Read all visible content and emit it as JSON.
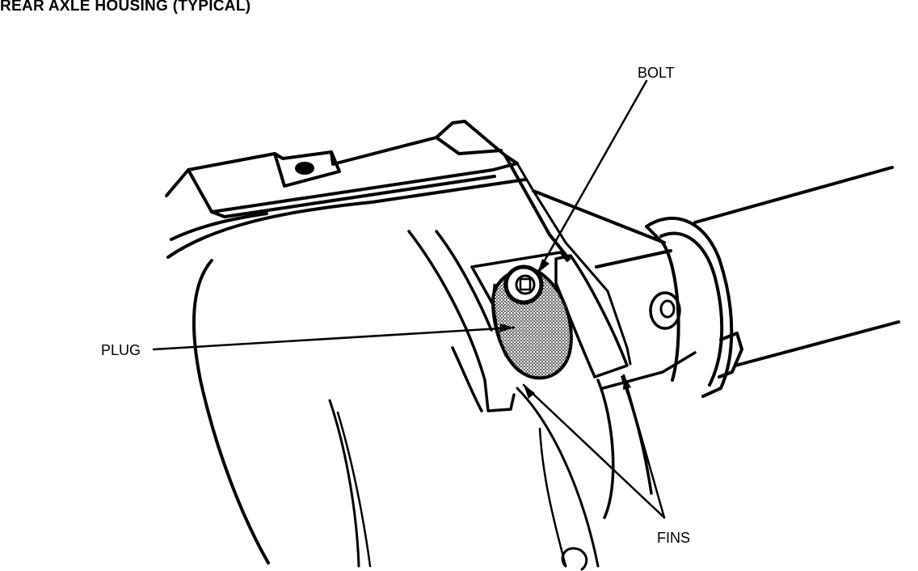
{
  "title": "REAR AXLE HOUSING (TYPICAL)",
  "labels": {
    "bolt": "BOLT",
    "plug": "PLUG",
    "fins": "FINS"
  },
  "colors": {
    "line": "#000000",
    "background": "#ffffff",
    "plug_fill": "#8c8c8c"
  }
}
